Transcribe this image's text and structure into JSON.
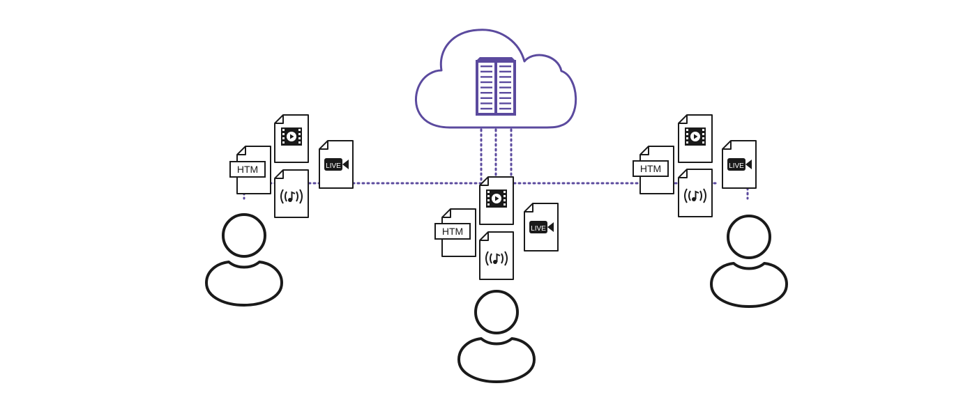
{
  "colors": {
    "accent": "#5b4a9e",
    "ink": "#1a1a1a",
    "dots": "#5b4a9e",
    "background": "#ffffff"
  },
  "labels": {
    "htm": "HTM",
    "live": "LIVE"
  },
  "icons": {
    "cloud": "cloud-icon",
    "server": "server-rack-icon",
    "user": "user-icon",
    "video_file": "video-file-icon",
    "audio_file": "audio-file-icon",
    "html_file": "html-file-icon",
    "live_file": "live-stream-file-icon"
  },
  "nodes": [
    {
      "id": "left",
      "role": "peer"
    },
    {
      "id": "center",
      "role": "peer"
    },
    {
      "id": "right",
      "role": "peer"
    }
  ]
}
